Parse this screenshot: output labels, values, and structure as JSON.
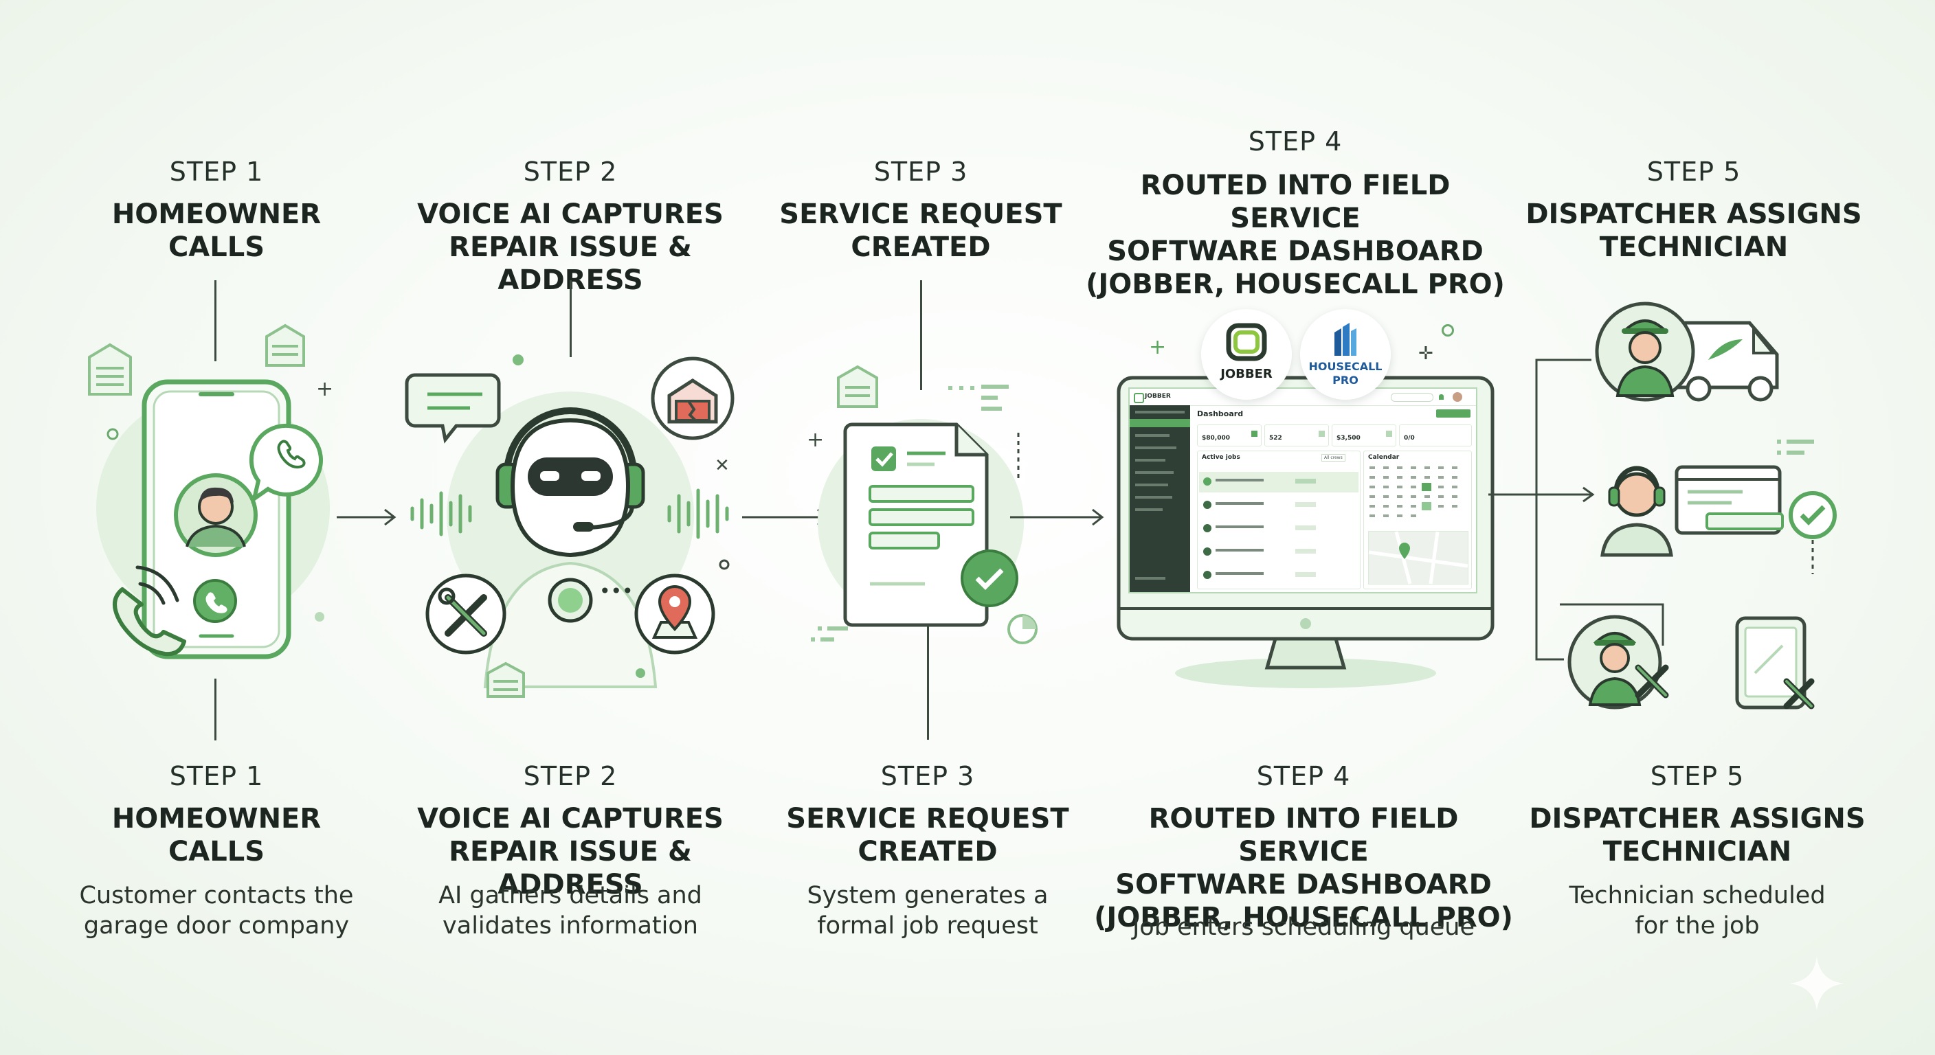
{
  "steps": [
    {
      "label": "STEP 1",
      "title_top": [
        "HOMEOWNER",
        "CALLS"
      ],
      "title_bottom": [
        "HOMEOWNER",
        "CALLS"
      ],
      "desc": [
        "Customer contacts the",
        "garage door company"
      ]
    },
    {
      "label": "STEP 2",
      "title_top": [
        "VOICE AI CAPTURES",
        "REPAIR ISSUE & ADDRESS"
      ],
      "title_bottom": [
        "VOICE AI CAPTURES",
        "REPAIR ISSUE & ADDRESS"
      ],
      "desc": [
        "AI gathers details and",
        "validates information"
      ]
    },
    {
      "label": "STEP 3",
      "title_top": [
        "SERVICE REQUEST",
        "CREATED"
      ],
      "title_bottom": [
        "SERVICE REQUEST",
        "CREATED"
      ],
      "desc": [
        "System generates a",
        "formal job request"
      ]
    },
    {
      "label": "STEP 4",
      "title_top": [
        "ROUTED INTO FIELD SERVICE",
        "SOFTWARE DASHBOARD",
        "(JOBBER, HOUSECALL PRO)"
      ],
      "title_bottom": [
        "ROUTED INTO FIELD SERVICE",
        "SOFTWARE DASHBOARD",
        "(JOBBER, HOUSECALL PRO)"
      ],
      "desc": [
        "Job enters scheduling queue"
      ]
    },
    {
      "label": "STEP 5",
      "title_top": [
        "DISPATCHER ASSIGNS",
        "TECHNICIAN"
      ],
      "title_bottom": [
        "DISPATCHER ASSIGNS",
        "TECHNICIAN"
      ],
      "desc": [
        "Technician scheduled",
        "for the job"
      ]
    }
  ],
  "logos": {
    "jobber": "JOBBER",
    "housecall_line1": "HOUSECALL",
    "housecall_line2": "PRO"
  },
  "dashboard": {
    "brand": "JOBBER",
    "title": "Dashboard",
    "stat1": "$80,000",
    "stat2": "522",
    "stat3": "$3,500",
    "stat4": "0/0",
    "active_jobs": "Active jobs",
    "calendar": "Calendar",
    "filter": "All crews"
  },
  "colors": {
    "accent": "#5aa85f",
    "accent_light": "#d9ecd7",
    "dark": "#1d2520",
    "line": "#3d4a40"
  }
}
